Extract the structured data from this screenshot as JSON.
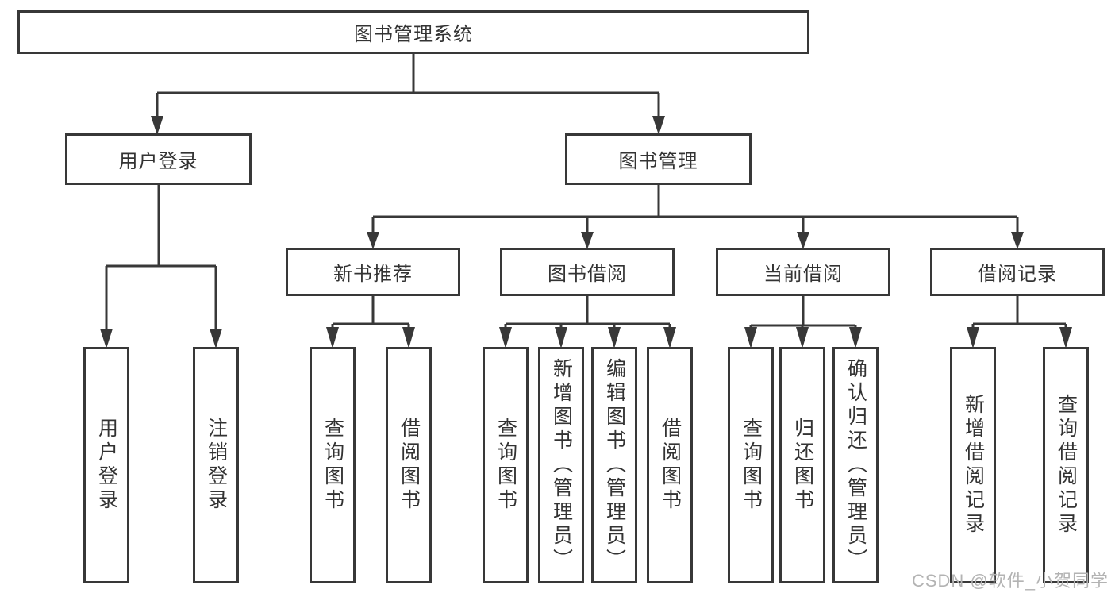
{
  "diagram": {
    "watermark": "CSDN @软件_小贺同学",
    "colors": {
      "background": "#ffffff",
      "line": "#383838",
      "box_border": "#383838",
      "box_fill": "#ffffff",
      "text": "#333333",
      "watermark_text": "#b3b3b3"
    },
    "tree": {
      "label": "图书管理系统",
      "children": [
        {
          "label": "用户登录",
          "children": [
            {
              "label": "用户登录"
            },
            {
              "label": "注销登录"
            }
          ]
        },
        {
          "label": "图书管理",
          "children": [
            {
              "label": "新书推荐",
              "children": [
                {
                  "label": "查询图书"
                },
                {
                  "label": "借阅图书"
                }
              ]
            },
            {
              "label": "图书借阅",
              "children": [
                {
                  "label": "查询图书"
                },
                {
                  "label": "新增图书（管理员）"
                },
                {
                  "label": "编辑图书（管理员）"
                },
                {
                  "label": "借阅图书"
                }
              ]
            },
            {
              "label": "当前借阅",
              "children": [
                {
                  "label": "查询图书"
                },
                {
                  "label": "归还图书"
                },
                {
                  "label": "确认归还（管理员）"
                }
              ]
            },
            {
              "label": "借阅记录",
              "children": [
                {
                  "label": "新增借阅记录"
                },
                {
                  "label": "查询借阅记录"
                }
              ]
            }
          ]
        }
      ]
    }
  }
}
